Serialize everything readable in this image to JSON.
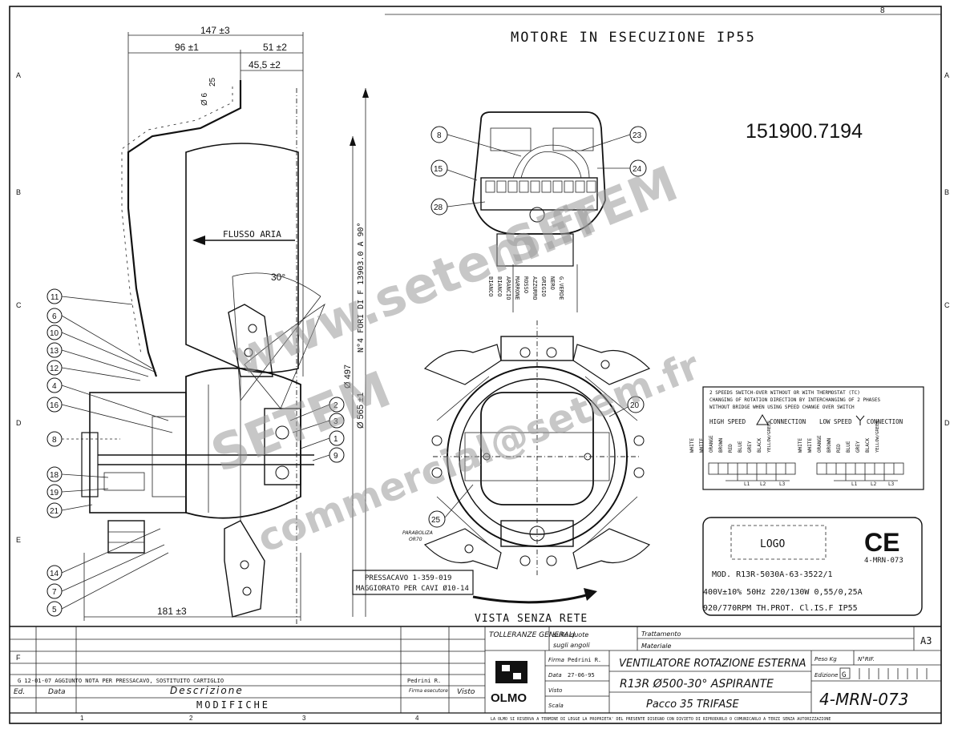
{
  "drawing": {
    "title": "MOTORE IN ESECUZIONE IP55",
    "code": "151900.7194",
    "view_caption": "VISTA SENZA RETE",
    "flow_label": "FLUSSO ARIA",
    "holes_note": "N°4 FORI DI F 13903.0 A 90°",
    "angle": "30°",
    "cable_gland_note": [
      "PRESSACAVO 1-359-019",
      "MAGGIORATO PER CAVI Ø10-14"
    ],
    "small_label": [
      "PARABOLIZA",
      "OR70"
    ]
  },
  "dimensions": {
    "overall_top": "147 ±3",
    "top_left": "96 ±1",
    "top_right": "51 ±2",
    "offset": "45,5 ±2",
    "dia_497": "Ø 497",
    "dia_565": "Ø 565 ±1",
    "bottom": "181 ±3",
    "small_v1": "Ø 6",
    "small_v2": "25"
  },
  "callouts_left": [
    "11",
    "6",
    "10",
    "13",
    "12",
    "4",
    "16",
    "8",
    "18",
    "19",
    "21",
    "14",
    "7",
    "5"
  ],
  "callouts_right": [
    "2",
    "3",
    "1",
    "9"
  ],
  "callouts_top": [
    "8",
    "15",
    "28",
    "23",
    "24"
  ],
  "callouts_bottom": [
    "20",
    "25"
  ],
  "wire_colors": [
    "BIANCO",
    "BIANCO",
    "ARANCIO",
    "MARRONE",
    "ROSSO",
    "AZZURRO",
    "GRIGIO",
    "NERO",
    "G.VERDE"
  ],
  "connection_box": {
    "notes": [
      "2 SPEEDS SWITCH-OVER WITHOUT OR WITH THERMOSTAT (TC)",
      "CHANGING OF ROTATION DIRECTION BY INTERCHANGING OF 2 PHASES",
      "WITHOUT BRIDGE WHEN USING SPEED CHANGE OVER SWITCH"
    ],
    "high_label": "HIGH SPEED",
    "high_suffix": "CONNECTION",
    "low_label": "LOW SPEED",
    "low_suffix": "CONNECTION",
    "high_wires": [
      "WHITE",
      "WHITE",
      "ORANGE",
      "BROWN",
      "RED",
      "BLUE",
      "GREY",
      "BLACK",
      "YELLOW/GREEN"
    ],
    "low_wires": [
      "WHITE",
      "WHITE",
      "ORANGE",
      "BROWN",
      "RED",
      "BLUE",
      "GREY",
      "BLACK",
      "YELLOW/GREEN"
    ],
    "phases": [
      "L1",
      "L2",
      "L3"
    ]
  },
  "nameplate": {
    "logo": "LOGO",
    "ce": "CE",
    "code": "4-MRN-073",
    "lines": [
      "MOD. R13R-5030A-63-3522/1",
      "400V±10% 50Hz 220/130W 0,55/0,25A",
      "920/770RPM TH.PROT. Cl.IS.F IP55"
    ]
  },
  "title_block": {
    "tol_label": "TOLLERANZE GENERALI",
    "tol_q": "sulle quote",
    "tol_a": "sugli angoli",
    "treatment": "Trattamento",
    "material": "Materiale",
    "format": "A3",
    "firma": "Firma",
    "signer": "Pedrini R.",
    "data": "Data",
    "date": "27-06-95",
    "visto": "Visto",
    "scala": "Scala",
    "brand": "OLMO",
    "desc1": "VENTILATORE ROTAZIONE ESTERNA",
    "desc2": "R13R Ø500-30° ASPIRANTE",
    "desc3": "Pacco 35   TRIFASE",
    "peso": "Peso Kg",
    "nrif": "N°RIF.",
    "edizione": "Edizione",
    "edition": "G",
    "drawing_no": "4-MRN-073",
    "rev_row": "G   12-01-07   AGGIUNTO NOTA PER PRESSACAVO, SOSTITUITO CARTIGLIO",
    "rev_sign": "Pedrini R.",
    "ed": "Ed.",
    "rev_data": "Data",
    "descrizione": "Descrizione",
    "firma_esec": "Firma esecutore",
    "visto2": "Visto",
    "modifiche": "MODIFICHE",
    "footer": "LA OLMO SI RISERVA A TERMINE DI LEGGE LA PROPRIETA' DEL PRESENTE DISEGNO CON DIVIETO DI RIPRODURLO O COMUNICARLO A TERZI SENZA AUTORIZZAZIONE",
    "zones_bottom": [
      "1",
      "2",
      "3",
      "4"
    ],
    "zones_side": [
      "A",
      "B",
      "C",
      "D",
      "E",
      "F"
    ],
    "zone_top": "8"
  },
  "watermarks": [
    "www.setem.fr",
    "SETEM",
    "SETEM",
    "commercial@setem.fr"
  ]
}
